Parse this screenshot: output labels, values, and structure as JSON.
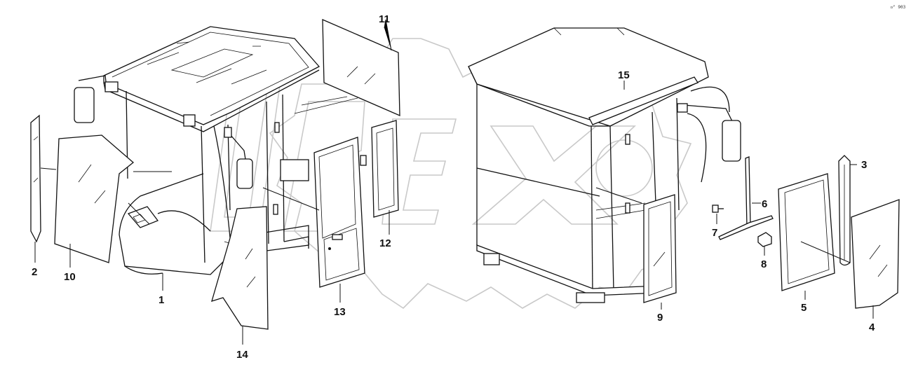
{
  "corner_code": "ᴅᴾ 903",
  "watermark": {
    "text": "OPEX"
  },
  "callouts": [
    {
      "id": "c1",
      "text": "1"
    },
    {
      "id": "c2",
      "text": "2"
    },
    {
      "id": "c3",
      "text": "3"
    },
    {
      "id": "c4",
      "text": "4"
    },
    {
      "id": "c5",
      "text": "5"
    },
    {
      "id": "c6",
      "text": "6"
    },
    {
      "id": "c7",
      "text": "7"
    },
    {
      "id": "c8",
      "text": "8"
    },
    {
      "id": "c9",
      "text": "9"
    },
    {
      "id": "c10",
      "text": "10"
    },
    {
      "id": "c11",
      "text": "11"
    },
    {
      "id": "c12",
      "text": "12"
    },
    {
      "id": "c13",
      "text": "13"
    },
    {
      "id": "c14",
      "text": "14"
    },
    {
      "id": "c15",
      "text": "15"
    }
  ]
}
